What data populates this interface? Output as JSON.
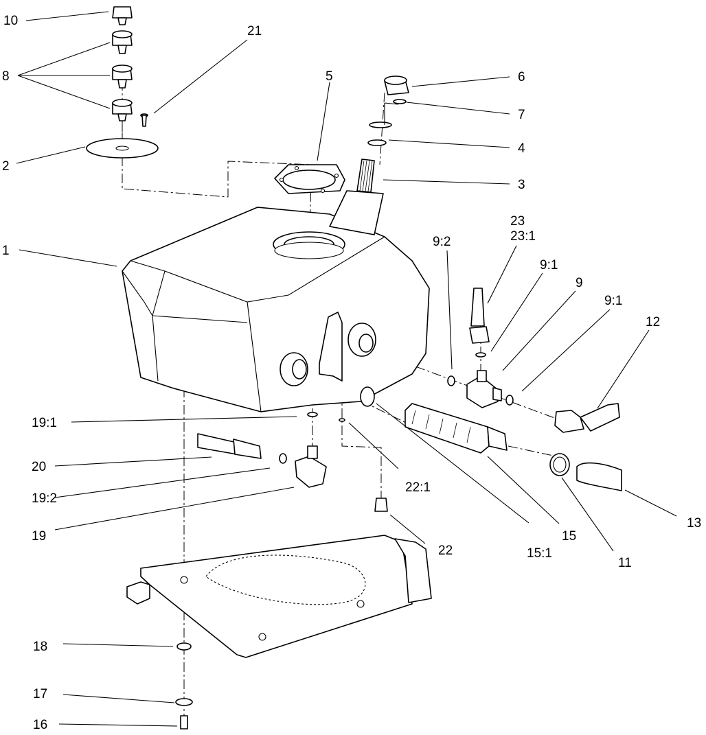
{
  "callouts": [
    {
      "id": "10",
      "text": "10"
    },
    {
      "id": "8",
      "text": "8"
    },
    {
      "id": "21",
      "text": "21"
    },
    {
      "id": "2",
      "text": "2"
    },
    {
      "id": "5",
      "text": "5"
    },
    {
      "id": "6",
      "text": "6"
    },
    {
      "id": "7",
      "text": "7"
    },
    {
      "id": "4",
      "text": "4"
    },
    {
      "id": "3",
      "text": "3"
    },
    {
      "id": "1",
      "text": "1"
    },
    {
      "id": "23",
      "text": "23"
    },
    {
      "id": "23-1",
      "text": "23:1"
    },
    {
      "id": "9-2",
      "text": "9:2"
    },
    {
      "id": "9-1a",
      "text": "9:1"
    },
    {
      "id": "9",
      "text": "9"
    },
    {
      "id": "9-1b",
      "text": "9:1"
    },
    {
      "id": "12",
      "text": "12"
    },
    {
      "id": "19-1",
      "text": "19:1"
    },
    {
      "id": "20",
      "text": "20"
    },
    {
      "id": "19-2",
      "text": "19:2"
    },
    {
      "id": "19",
      "text": "19"
    },
    {
      "id": "22-1",
      "text": "22:1"
    },
    {
      "id": "22",
      "text": "22"
    },
    {
      "id": "15-1",
      "text": "15:1"
    },
    {
      "id": "15",
      "text": "15"
    },
    {
      "id": "11",
      "text": "11"
    },
    {
      "id": "13",
      "text": "13"
    },
    {
      "id": "18",
      "text": "18"
    },
    {
      "id": "17",
      "text": "17"
    },
    {
      "id": "16",
      "text": "16"
    }
  ]
}
